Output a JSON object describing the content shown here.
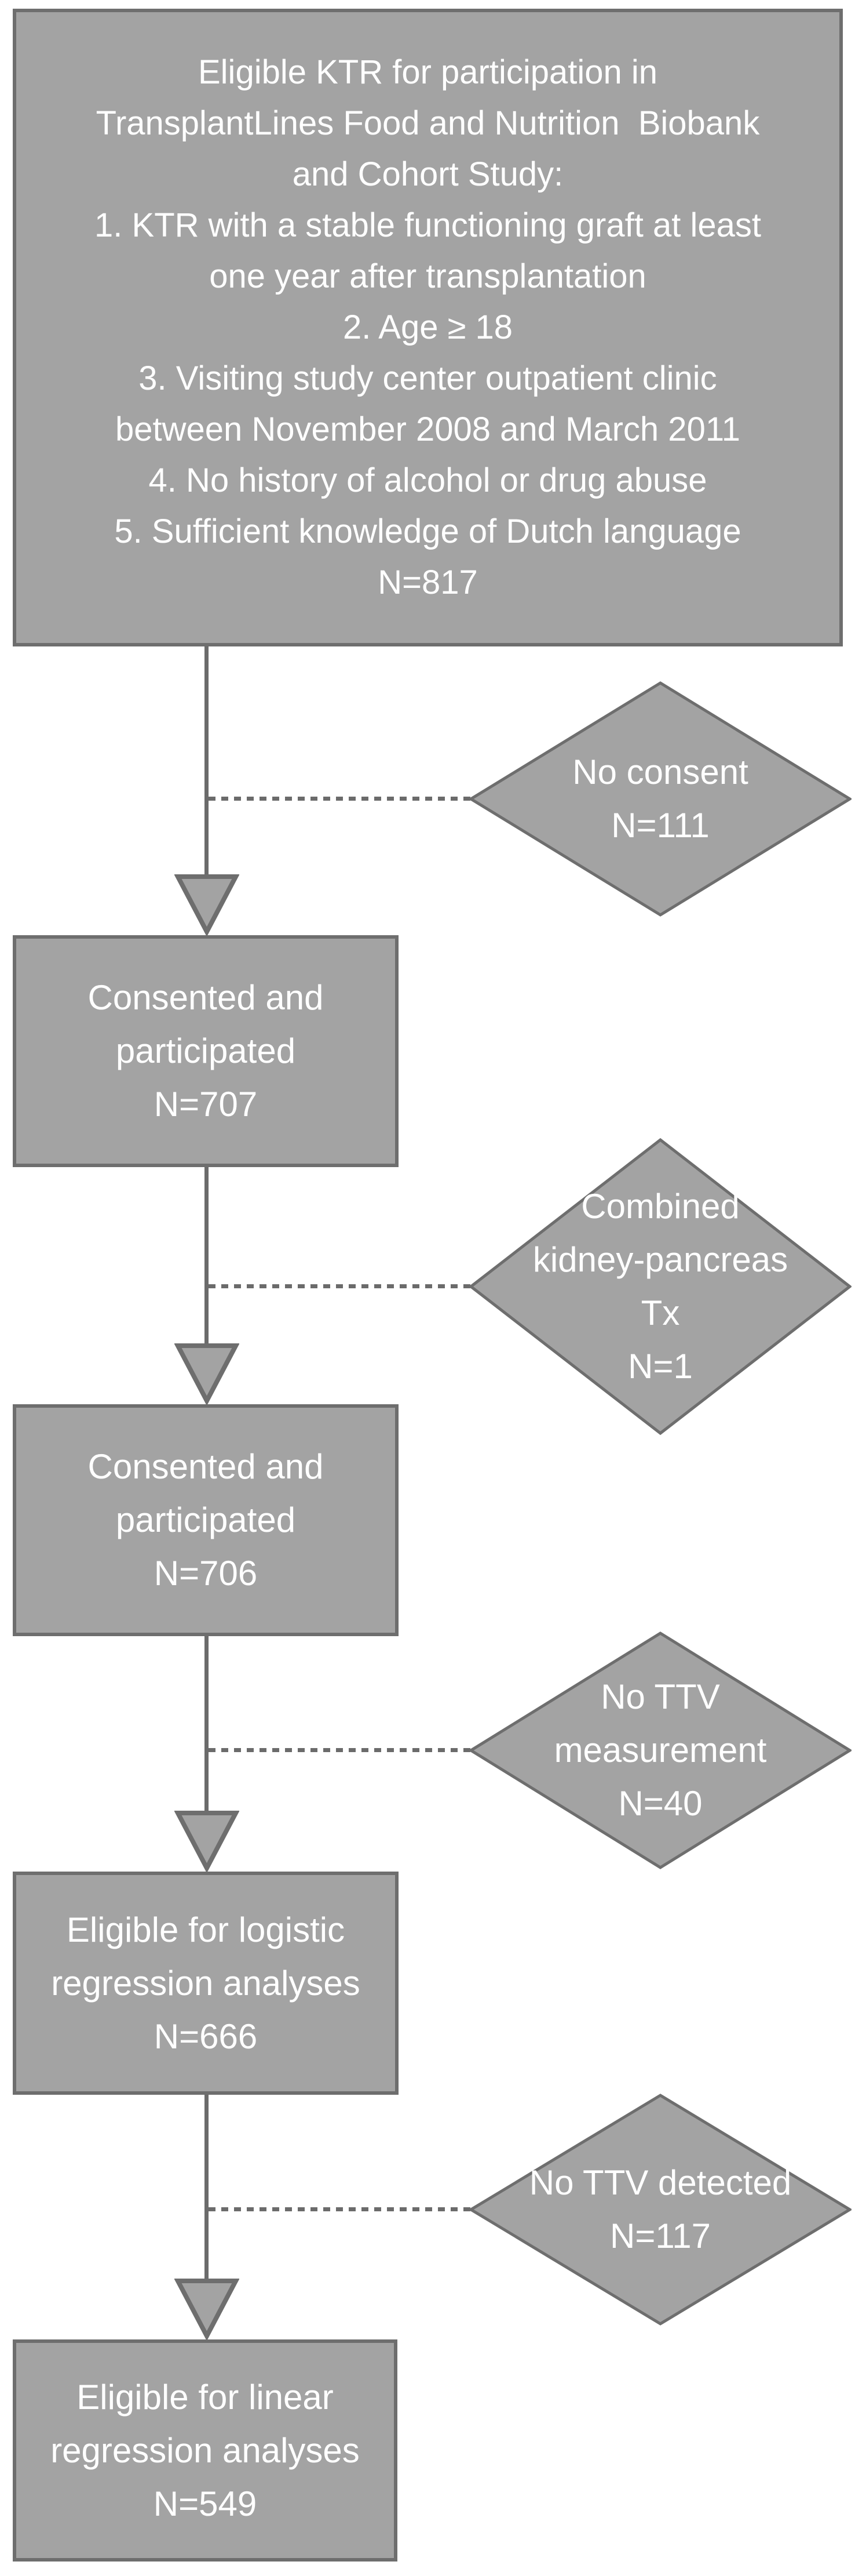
{
  "colors": {
    "bg": "#ffffff",
    "node_fill": "#a3a3a3",
    "node_border": "#6e6e6e",
    "line_color": "#6b6b6b",
    "text_color": "#ffffff"
  },
  "nodes": {
    "eligible": {
      "lines": [
        "Eligible KTR for participation in",
        "TransplantLines Food and Nutrition  Biobank",
        "and Cohort Study:",
        "1. KTR with a stable functioning graft at least",
        "one year after transplantation",
        "2. Age ≥ 18",
        "3. Visiting study center outpatient clinic",
        "between November 2008 and March 2011",
        "4. No history of alcohol or drug abuse",
        "5. Sufficient knowledge of Dutch language",
        "N=817"
      ]
    },
    "consented_707": {
      "lines": [
        "Consented and",
        "participated",
        "N=707"
      ]
    },
    "consented_706": {
      "lines": [
        "Consented and",
        "participated",
        "N=706"
      ]
    },
    "logistic_666": {
      "lines": [
        "Eligible for logistic",
        "regression analyses",
        "N=666"
      ]
    },
    "linear_549": {
      "lines": [
        "Eligible for linear",
        "regression analyses",
        "N=549"
      ]
    },
    "no_consent": {
      "lines": [
        "No consent",
        "N=111"
      ]
    },
    "kidney_pancreas": {
      "lines": [
        "Combined",
        "kidney-pancreas",
        "Tx",
        "N=1"
      ]
    },
    "no_ttv_measurement": {
      "lines": [
        "No TTV",
        "measurement",
        "N=40"
      ]
    },
    "no_ttv_detected": {
      "lines": [
        "No TTV detected",
        "N=117"
      ]
    }
  }
}
